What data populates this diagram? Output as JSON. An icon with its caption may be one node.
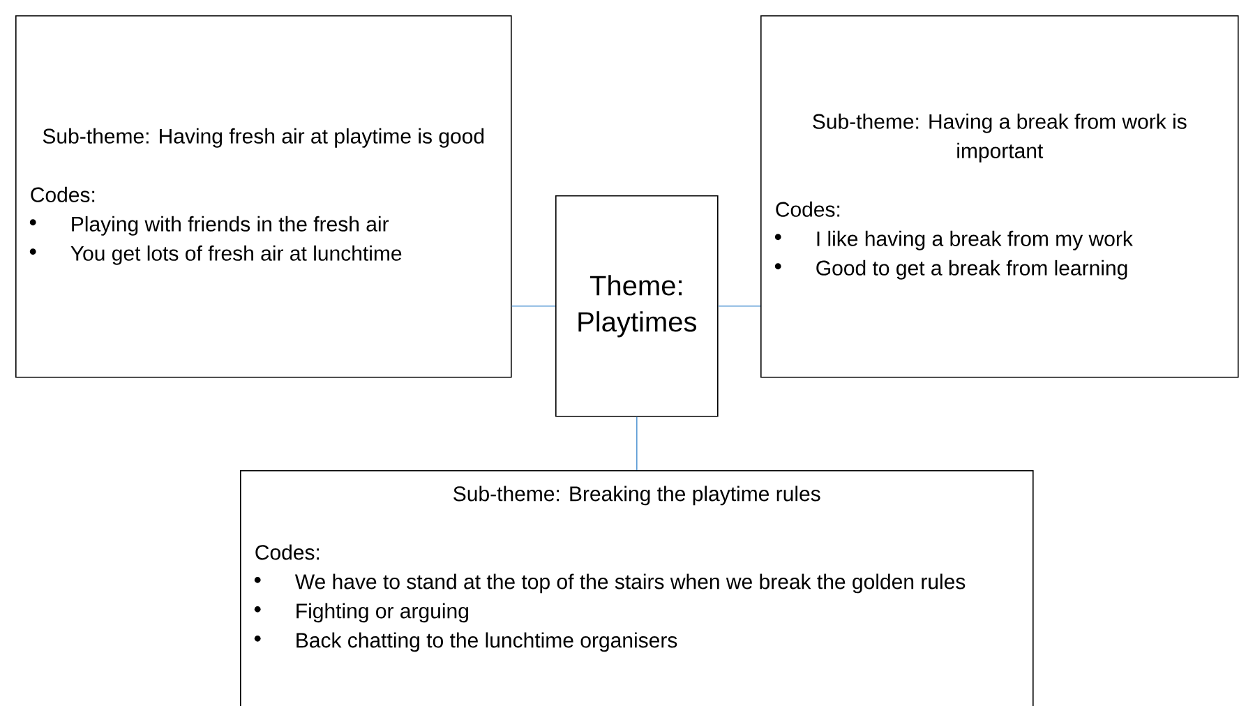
{
  "diagram": {
    "nodes": [
      {
        "text": [
          "Sub-theme: Having fresh air at playtime is good",
          "Codes:",
          "Playing with friends in the fresh air",
          "You get lots of fresh air at lunchtime"
        ]
      },
      {
        "text": [
          "Theme: Playtimes"
        ]
      },
      {
        "text": [
          "Sub-theme: Having a break from work is important",
          "Codes:",
          "I like having a break from my work",
          "Good to get a break from learning"
        ]
      },
      {
        "text": [
          "Sub-theme: Breaking the playtime rules",
          "Codes:",
          "We have to stand at the top of the stairs when we break the golden rules",
          "Fighting or arguing",
          "Back chatting to the lunchtime organisers"
        ]
      }
    ],
    "edges": [
      {
        "from": 1,
        "to": 0,
        "arrow": "none"
      },
      {
        "from": 1,
        "to": 2,
        "arrow": "none"
      },
      {
        "from": 1,
        "to": 3,
        "arrow": "none"
      }
    ]
  }
}
